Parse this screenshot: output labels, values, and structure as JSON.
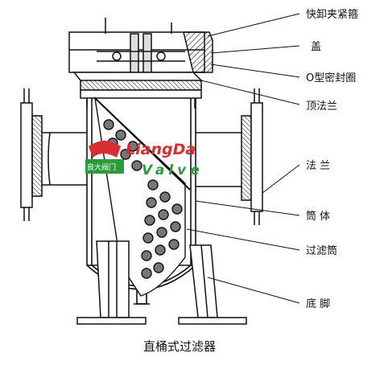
{
  "caption": "直桶式过滤器",
  "labels": {
    "clamp": "快卸夹紧箍",
    "cover": "盖",
    "oring": "O型密封圈",
    "top_flange": "顶法兰",
    "flange": "法 兰",
    "body": "筒 体",
    "filter_cylinder": "过滤筒",
    "base_foot": "底 脚"
  },
  "watermark": {
    "brand_top": "LiangDa",
    "brand_bottom": "Valve",
    "brand_box": "良大阀门"
  },
  "colors": {
    "line": "#111111",
    "watermark_red": "#d83030",
    "watermark_green": "#2f9a3c"
  }
}
